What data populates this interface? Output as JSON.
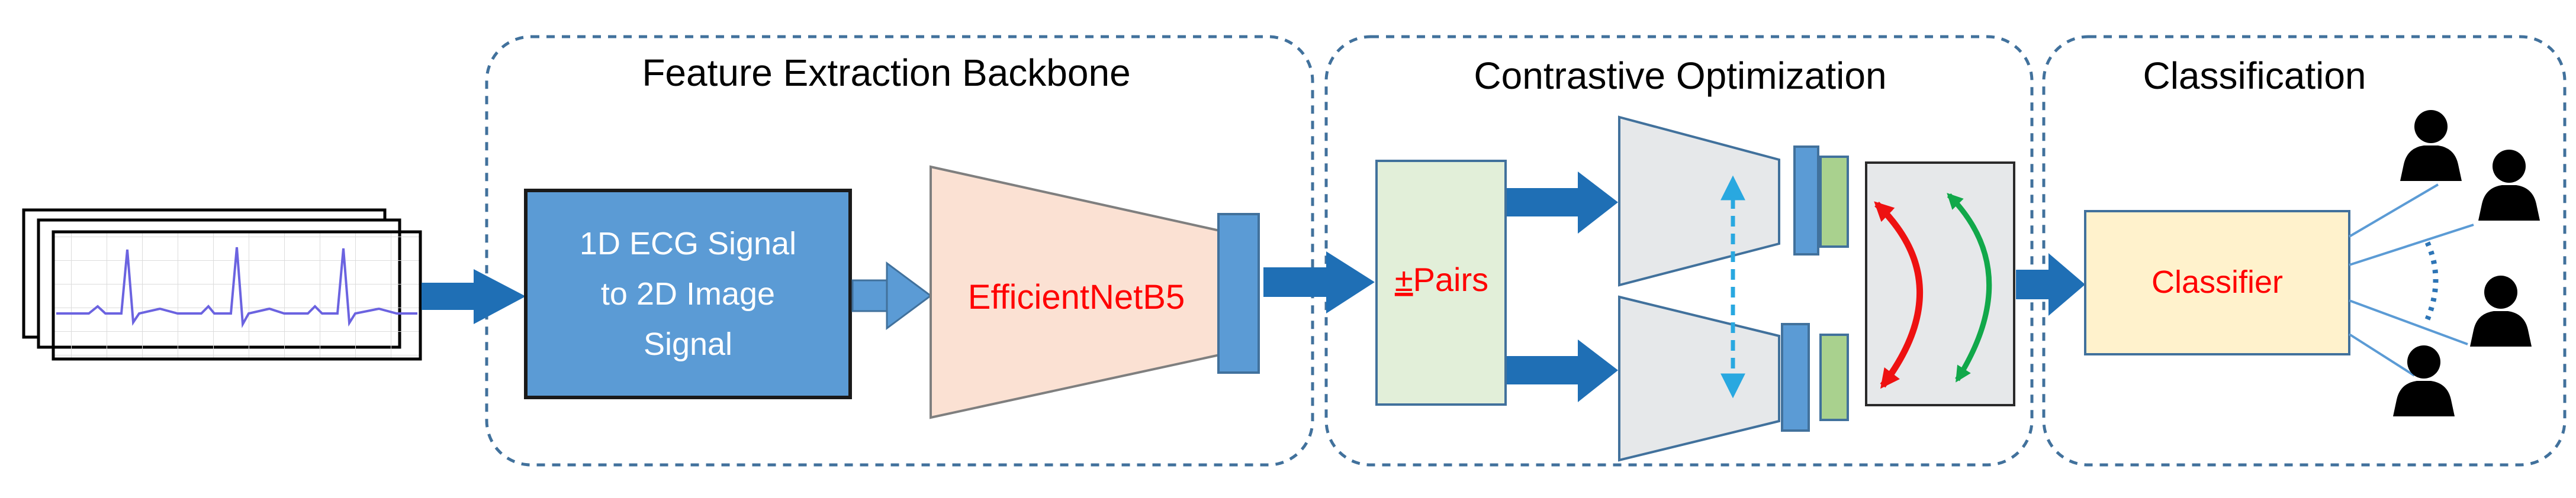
{
  "sections": {
    "backbone_title": "Feature Extraction Backbone",
    "contrastive_title": "Contrastive Optimization",
    "classification_title": "Classification"
  },
  "blocks": {
    "ecg_to_image": [
      "1D ECG Signal",
      "to 2D Image",
      "Signal"
    ],
    "backbone_model": "EfficientNetB5",
    "pairs_symbol": "±",
    "pairs_label": "Pairs",
    "classifier_label": "Classifier"
  },
  "colors": {
    "dashed_border": "#41719c",
    "arrow_blue": "#1f6fb5",
    "conversion_box": "#5b9bd5",
    "backbone_fill": "#fbe1d3",
    "feature_bar": "#5b9bd5",
    "pairs_fill": "#e2efd9",
    "encoder_fill": "#e6e8ea",
    "embedding_green": "#a9d18e",
    "classifier_fill": "#fff2cc",
    "red_text": "#ff0000",
    "pull_arrow_red": "#ee1111",
    "push_arrow_green": "#11a84a",
    "identity_icon": "#000000",
    "ecg_trace": "#6b63e0"
  },
  "icons": [
    "ecg-strip-icon",
    "user-icon"
  ]
}
